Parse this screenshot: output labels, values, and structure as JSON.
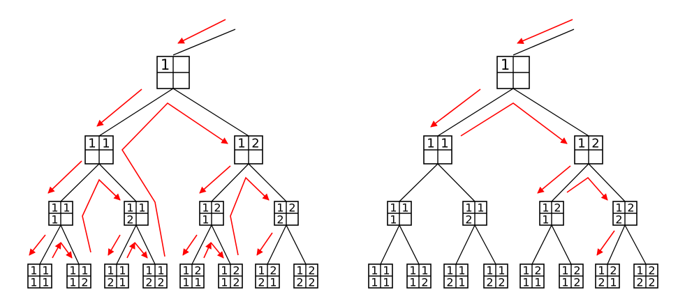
{
  "colors": {
    "edge": "#000000",
    "arrow": "#ff0000",
    "cell_border": "#000000"
  },
  "trees": [
    {
      "id": "left",
      "nodes": [
        {
          "id": "root",
          "cells": [
            "1",
            "",
            "",
            ""
          ]
        },
        {
          "id": "n1",
          "cells": [
            "1",
            "1",
            "",
            ""
          ]
        },
        {
          "id": "n2",
          "cells": [
            "1",
            "2",
            "",
            ""
          ]
        },
        {
          "id": "n11",
          "cells": [
            "1",
            "1",
            "1",
            ""
          ]
        },
        {
          "id": "n12",
          "cells": [
            "1",
            "1",
            "2",
            ""
          ]
        },
        {
          "id": "n21",
          "cells": [
            "1",
            "2",
            "1",
            ""
          ]
        },
        {
          "id": "n22",
          "cells": [
            "1",
            "2",
            "2",
            ""
          ]
        },
        {
          "id": "l111",
          "cells": [
            "1",
            "1",
            "1",
            "1"
          ]
        },
        {
          "id": "l112",
          "cells": [
            "1",
            "1",
            "1",
            "2"
          ]
        },
        {
          "id": "l121",
          "cells": [
            "1",
            "1",
            "2",
            "1"
          ]
        },
        {
          "id": "l122",
          "cells": [
            "1",
            "1",
            "2",
            "2"
          ]
        },
        {
          "id": "l211",
          "cells": [
            "1",
            "2",
            "1",
            "1"
          ]
        },
        {
          "id": "l212",
          "cells": [
            "1",
            "2",
            "1",
            "2"
          ]
        },
        {
          "id": "l221",
          "cells": [
            "1",
            "2",
            "2",
            "1"
          ]
        },
        {
          "id": "l222",
          "cells": [
            "1",
            "2",
            "2",
            "2"
          ]
        }
      ]
    },
    {
      "id": "right",
      "nodes": [
        {
          "id": "root",
          "cells": [
            "1",
            "",
            "",
            ""
          ]
        },
        {
          "id": "n1",
          "cells": [
            "1",
            "1",
            "",
            ""
          ]
        },
        {
          "id": "n2",
          "cells": [
            "1",
            "2",
            "",
            ""
          ]
        },
        {
          "id": "n11",
          "cells": [
            "1",
            "1",
            "1",
            ""
          ]
        },
        {
          "id": "n12",
          "cells": [
            "1",
            "1",
            "2",
            ""
          ]
        },
        {
          "id": "n21",
          "cells": [
            "1",
            "2",
            "1",
            ""
          ]
        },
        {
          "id": "n22",
          "cells": [
            "1",
            "2",
            "2",
            ""
          ]
        },
        {
          "id": "l111",
          "cells": [
            "1",
            "1",
            "1",
            "1"
          ]
        },
        {
          "id": "l112",
          "cells": [
            "1",
            "1",
            "1",
            "2"
          ]
        },
        {
          "id": "l121",
          "cells": [
            "1",
            "1",
            "2",
            "1"
          ]
        },
        {
          "id": "l122",
          "cells": [
            "1",
            "1",
            "2",
            "2"
          ]
        },
        {
          "id": "l211",
          "cells": [
            "1",
            "2",
            "1",
            "1"
          ]
        },
        {
          "id": "l212",
          "cells": [
            "1",
            "2",
            "1",
            "2"
          ]
        },
        {
          "id": "l221",
          "cells": [
            "1",
            "2",
            "2",
            "1"
          ]
        },
        {
          "id": "l222",
          "cells": [
            "1",
            "2",
            "2",
            "2"
          ]
        }
      ]
    }
  ]
}
